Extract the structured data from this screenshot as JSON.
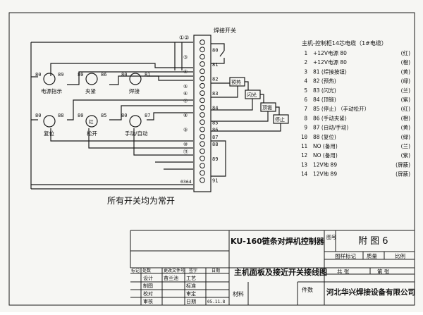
{
  "note": "所有开关均为常开",
  "limit_switch_label": "焊接开关",
  "front_panel": {
    "lamps": [
      {
        "id": "power",
        "label": "电源指示",
        "left": "80",
        "right": "89"
      },
      {
        "id": "clamp",
        "label": "夹紧",
        "left": "80",
        "right": "86"
      },
      {
        "id": "weld",
        "label": "焊接",
        "left": "80",
        "right": "81"
      },
      {
        "id": "reset",
        "label": "复位",
        "left": "80",
        "right": "88"
      },
      {
        "id": "release",
        "label": "松开",
        "left": "80",
        "right": "85"
      },
      {
        "id": "manual",
        "label": "手动/自动",
        "left": "80",
        "right": "87"
      }
    ],
    "lamp_inner": {
      "clamp": "",
      "release": "红"
    }
  },
  "terminal_block": {
    "top_label": "①②",
    "bottom_label": "0364",
    "left_numbers": [
      "③",
      "④",
      "⑤",
      "⑥",
      "⑦",
      "⑧",
      "⑨",
      "⑩",
      "⑪"
    ],
    "right_numbers": [
      "80",
      "81",
      "82",
      "83",
      "84",
      "85",
      "86",
      "87",
      "88",
      "89",
      "91"
    ]
  },
  "switches": [
    {
      "id": "preheat",
      "label": "预热"
    },
    {
      "id": "flash",
      "label": "闪光"
    },
    {
      "id": "upset",
      "label": "顶锻"
    },
    {
      "id": "stop",
      "label": "停止"
    }
  ],
  "cable_table": {
    "title": "主机-控制柜14芯电缆（1#电缆）",
    "rows": [
      {
        "no": "1",
        "desc": "+12V电源 80",
        "color": "(红)"
      },
      {
        "no": "2",
        "desc": "+12V电源 80",
        "color": "(橙)"
      },
      {
        "no": "3",
        "desc": "81 (焊接按钮)",
        "color": "(黄)"
      },
      {
        "no": "4",
        "desc": "82 (预热)",
        "color": "(绿)"
      },
      {
        "no": "5",
        "desc": "83 (闪光)",
        "color": "(兰)"
      },
      {
        "no": "6",
        "desc": "84 (顶锻)",
        "color": "(紫)"
      },
      {
        "no": "7",
        "desc": "85 (停止) （手动松开）",
        "color": "(红)"
      },
      {
        "no": "8",
        "desc": "86 (手动夹紧)",
        "color": "(橙)"
      },
      {
        "no": "9",
        "desc": "87 (自动/手动)",
        "color": "(黄)"
      },
      {
        "no": "10",
        "desc": "88 (复位)",
        "color": "(绿)"
      },
      {
        "no": "11",
        "desc": "NO (备用)",
        "color": "(兰)"
      },
      {
        "no": "12",
        "desc": "NO (备用)",
        "color": "(紫)"
      },
      {
        "no": "13",
        "desc": "12V地 89",
        "color": "(屏蔽)"
      },
      {
        "no": "14",
        "desc": "12V地 89",
        "color": "(屏蔽)"
      }
    ]
  },
  "title_block": {
    "product": "KU-160链条对焊机控制器",
    "drawing_title": "主机面板及接近开关接线图",
    "fig_label": "图号",
    "fig_value": "附 图 6",
    "header_cells": [
      "图样标记",
      "质量",
      "比例"
    ],
    "sheet_cells": [
      "共 张",
      "第 张"
    ],
    "material": "材料",
    "pieces": "件数",
    "company": "河北华兴焊接设备有限公司",
    "rev_header": [
      "标记",
      "处数",
      "更改文件号",
      "签字",
      "日期"
    ],
    "roles_left": [
      "设计",
      "制图",
      "校对",
      "审核"
    ],
    "roles_right": [
      "工艺",
      "标准",
      "审定",
      "日期"
    ],
    "designer": "苗兰池",
    "date": "05.11.8"
  }
}
